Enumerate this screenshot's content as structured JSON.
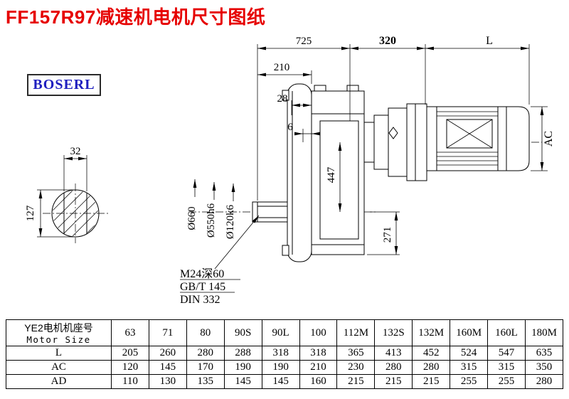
{
  "title": "FF157R97减速机电机尺寸图纸",
  "logo": "BOSERL",
  "drawing": {
    "dim_725": "725",
    "dim_320": "320",
    "dim_L": "L",
    "dim_210": "210",
    "dim_28": "28",
    "dim_6": "6",
    "dim_AC": "AC",
    "dim_32": "32",
    "dim_127": "127",
    "dim_447": "447",
    "dim_271": "271",
    "dia_660": "Ø660",
    "dia_550": "Ø550h6",
    "dia_120": "Ø120k6",
    "thread_note": "M24深60",
    "std_gb": "GB/T 145",
    "std_din": "DIN 332"
  },
  "table": {
    "header_label_cn": "YE2电机机座号",
    "header_label_en": "Motor Size",
    "columns": [
      "63",
      "71",
      "80",
      "90S",
      "90L",
      "100",
      "112M",
      "132S",
      "132M",
      "160M",
      "160L",
      "180M"
    ],
    "rows": [
      {
        "label": "L",
        "values": [
          "205",
          "260",
          "280",
          "288",
          "318",
          "318",
          "365",
          "413",
          "452",
          "524",
          "547",
          "635"
        ]
      },
      {
        "label": "AC",
        "values": [
          "120",
          "145",
          "170",
          "190",
          "190",
          "210",
          "230",
          "280",
          "280",
          "315",
          "315",
          "350"
        ]
      },
      {
        "label": "AD",
        "values": [
          "110",
          "130",
          "135",
          "145",
          "145",
          "160",
          "215",
          "215",
          "215",
          "255",
          "255",
          "280"
        ]
      }
    ]
  }
}
